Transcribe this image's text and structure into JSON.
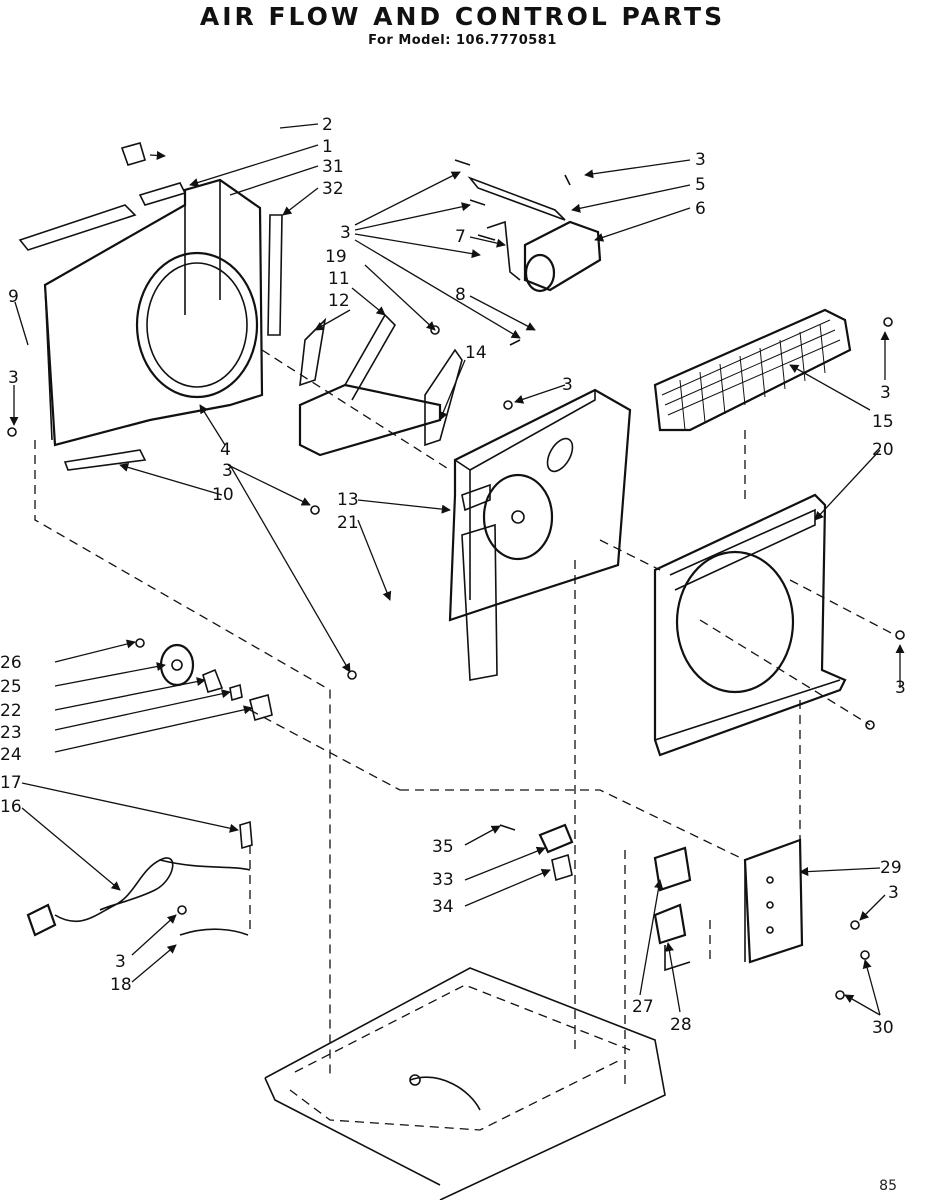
{
  "title": "AIR FLOW AND CONTROL PARTS",
  "subtitle": "For Model:  106.7770581",
  "page_number": "85",
  "callouts": [
    "2",
    "1",
    "31",
    "32",
    "3",
    "5",
    "6",
    "3",
    "7",
    "19",
    "11",
    "8",
    "12",
    "14",
    "9",
    "3",
    "3",
    "15",
    "20",
    "4",
    "3",
    "10",
    "13",
    "21",
    "3",
    "26",
    "25",
    "22",
    "23",
    "24",
    "3",
    "17",
    "16",
    "35",
    "33",
    "34",
    "29",
    "3",
    "27",
    "28",
    "3",
    "18",
    "30"
  ]
}
